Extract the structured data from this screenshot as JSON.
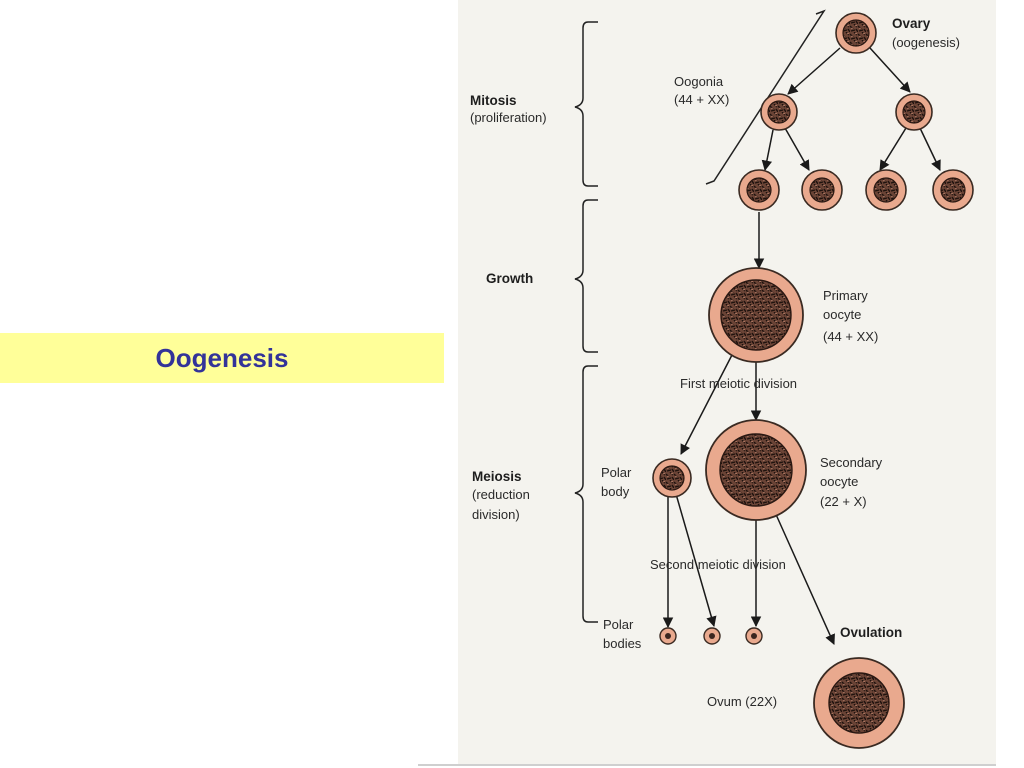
{
  "slide": {
    "title": "Oogenesis"
  },
  "colors": {
    "title_text": "#333399",
    "title_band": "#ffff99",
    "cell_fill": "#e9a98e",
    "nucleus": "#3b2620",
    "figure_bg": "#f4f3ee"
  },
  "figure": {
    "ovary_label": "Ovary",
    "ovary_sub": "(oogenesis)",
    "oogonia_label": "Oogonia",
    "oogonia_chrom": "(44 + XX)",
    "mitosis_label": "Mitosis",
    "mitosis_sub": "(proliferation)",
    "growth_label": "Growth",
    "primary_l1": "Primary",
    "primary_l2": "oocyte",
    "primary_l3": "(44 + XX)",
    "first_division": "First meiotic division",
    "meiosis_label": "Meiosis",
    "meiosis_sub1": "(reduction",
    "meiosis_sub2": "division)",
    "polar_body_l1": "Polar",
    "polar_body_l2": "body",
    "secondary_l1": "Secondary",
    "secondary_l2": "oocyte",
    "secondary_l3": "(22 + X)",
    "second_division": "Second meiotic division",
    "polar_bodies_l1": "Polar",
    "polar_bodies_l2": "bodies",
    "ovulation_label": "Ovulation",
    "ovum_label": "Ovum (22X)"
  }
}
